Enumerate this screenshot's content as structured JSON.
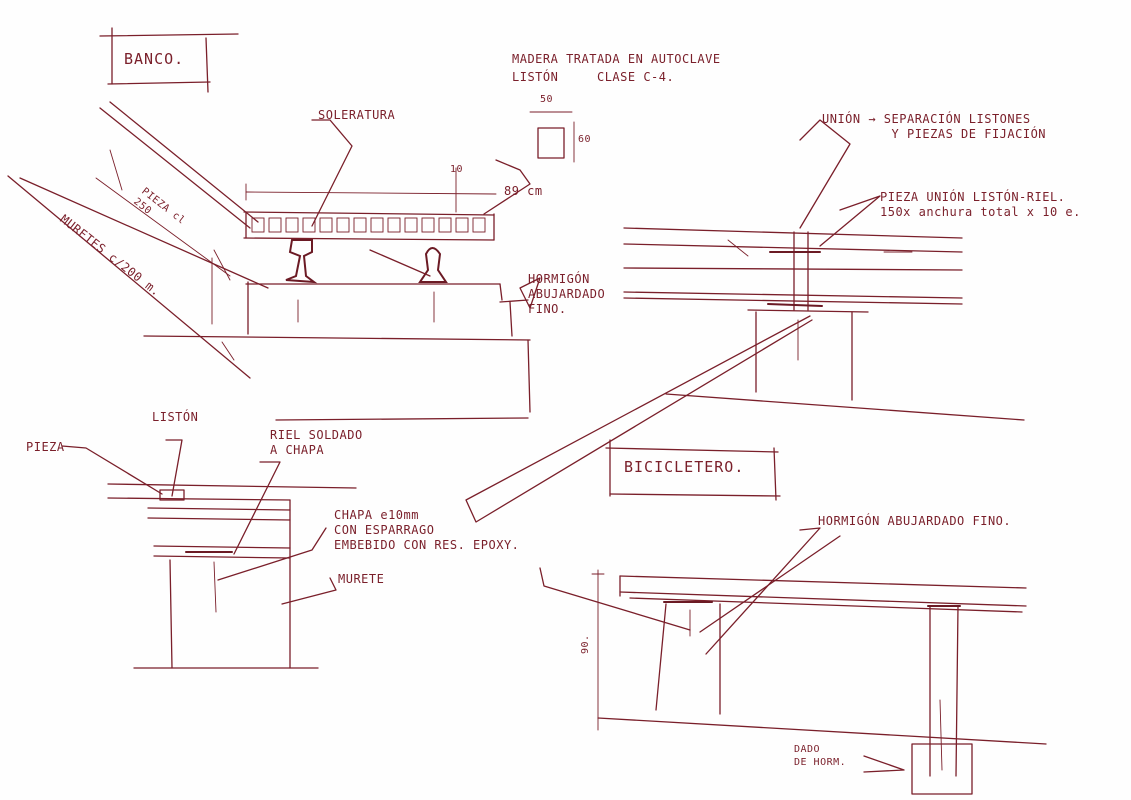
{
  "sheet": {
    "ink_color": "#7a1f2a",
    "paper_color": "#fefefe"
  },
  "titles": {
    "banco": "BANCO.",
    "bicicletero": "BICICLETERO."
  },
  "annotations": {
    "material_line1": "MADERA TRATADA EN AUTOCLAVE",
    "material_line2": "LISTÓN     CLASE C-4.",
    "dim_50": "50",
    "dim_60": "60",
    "dim_10": "10",
    "dim_89": "89 cm",
    "solera": "SOLERATURA",
    "pieza": "PIEZA cl\n250",
    "muretes": "MURETES c/200 m.",
    "hormigon_banco": "HORMIGÓN\nABUJARDADO\nFINO.",
    "union": "UNIÓN → SEPARACIÓN LISTONES\n         Y PIEZAS DE FIJACIÓN",
    "pieza_union": "PIEZA UNIÓN LISTÓN-RIEL.\n150x anchura total x 10 e.",
    "liston": "LISTÓN",
    "pieza_detalle": "PIEZA",
    "riel_soldado": "RIEL SOLDADO\nA CHAPA",
    "chapa": "CHAPA e10mm\nCON ESPARRAGO\nEMBEBIDO CON RES. EPOXY.",
    "murete": "MURETE",
    "hormigon_bici": "HORMIGÓN ABUJARDADO FINO.",
    "dim_90": "90.",
    "dado": "DADO\nDE HORM."
  }
}
